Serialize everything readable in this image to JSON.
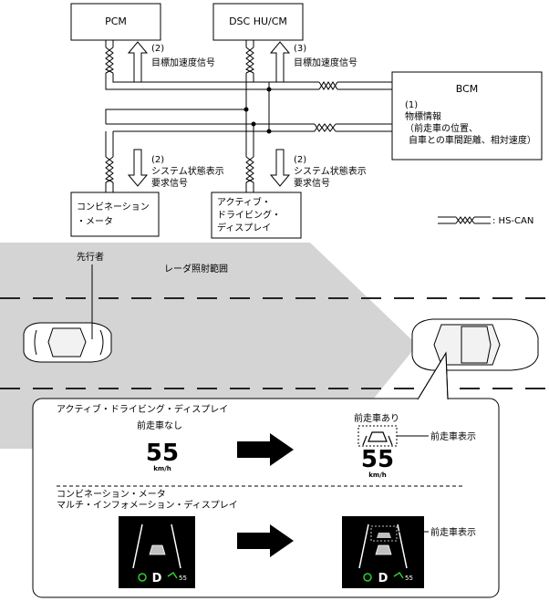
{
  "units": {
    "pcm": "PCM",
    "dsc": "DSC HU/CM",
    "bcm": "BCM",
    "meter": [
      "コンビネーション",
      "・メータ"
    ],
    "add": [
      "アクティブ・",
      "ドライビング・",
      "ディスプレイ"
    ]
  },
  "signals": {
    "s2_top": [
      "(2)",
      "目標加速度信号"
    ],
    "s3_top": [
      "(3)",
      "目標加速度信号"
    ],
    "s1_bcm": [
      "(1)",
      "物標情報",
      "（前走車の位置、",
      "自車との車間距離、相対速度）"
    ],
    "s2_meter": [
      "(2)",
      "システム状態表示",
      "要求信号"
    ],
    "s2_add": [
      "(2)",
      "システム状態表示",
      "要求信号"
    ]
  },
  "legend": {
    "hs_can": ": HS-CAN"
  },
  "road": {
    "leader": "先行者",
    "radar_range": "レーダ照射範囲"
  },
  "panel": {
    "add_title": "アクティブ・ドライビング・ディスプレイ",
    "no_vehicle": "前走車なし",
    "with_vehicle": "前走車あり",
    "speed": "55",
    "speed_unit": "km/h",
    "vehicle_display": "前走車表示",
    "meter_title": [
      "コンビネーション・メータ",
      "マルチ・インフォメーション・ディスプレイ"
    ],
    "gear": "D",
    "mid_speed": "55"
  },
  "colors": {
    "radar_area": "#d4d4d4",
    "road_line": "#222222",
    "mid_bg": "#000000"
  }
}
